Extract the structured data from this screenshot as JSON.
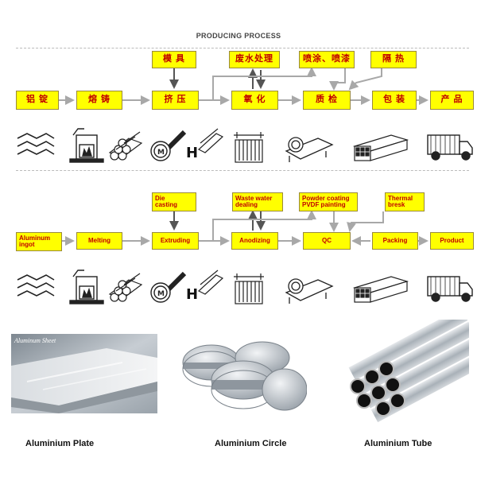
{
  "title": "PRODUCING PROCESS",
  "flow_cn": {
    "boxes": [
      {
        "id": "mold",
        "label": "模 具"
      },
      {
        "id": "waste",
        "label": "废水处理"
      },
      {
        "id": "spray",
        "label": "喷涂、喷漆"
      },
      {
        "id": "thermal",
        "label": "隔 热"
      },
      {
        "id": "ingot",
        "label": "铝 锭"
      },
      {
        "id": "melt",
        "label": "熔 铸"
      },
      {
        "id": "extrude",
        "label": "挤 压"
      },
      {
        "id": "anodize",
        "label": "氧 化"
      },
      {
        "id": "qc",
        "label": "质 检"
      },
      {
        "id": "pack",
        "label": "包 装"
      },
      {
        "id": "product",
        "label": "产 品"
      }
    ]
  },
  "flow_en": {
    "boxes": [
      {
        "id": "die",
        "label": "Die\ncasting"
      },
      {
        "id": "waste",
        "label": "Waste water\ndealing"
      },
      {
        "id": "powder",
        "label": "Powder coating\nPVDF painting"
      },
      {
        "id": "thermal",
        "label": "Thermal\nbresk"
      },
      {
        "id": "ingot",
        "label": "Aluminum\ningot"
      },
      {
        "id": "melt",
        "label": "Melting"
      },
      {
        "id": "extrude",
        "label": "Extruding"
      },
      {
        "id": "anodize",
        "label": "Anodizing"
      },
      {
        "id": "qc",
        "label": "QC"
      },
      {
        "id": "pack",
        "label": "Packing"
      },
      {
        "id": "product",
        "label": "Product"
      }
    ]
  },
  "icon_row": [
    "ingot-stack-icon",
    "furnace-icon",
    "log-pile-icon",
    "extrusion-die-icon",
    "profile-h-icon",
    "anodizing-tank-icon",
    "inspection-bench-icon",
    "packed-profiles-icon",
    "truck-icon"
  ],
  "photo_texts": {
    "plate_watermark": "Aluminum Sheet"
  },
  "captions": {
    "plate": "Aluminium Plate",
    "circle": "Aluminium Circle",
    "tube": "Aluminium Tube"
  },
  "colors": {
    "box_fill": "#ffff00",
    "box_text": "#c00000",
    "arrow": "#a8a8a8"
  }
}
